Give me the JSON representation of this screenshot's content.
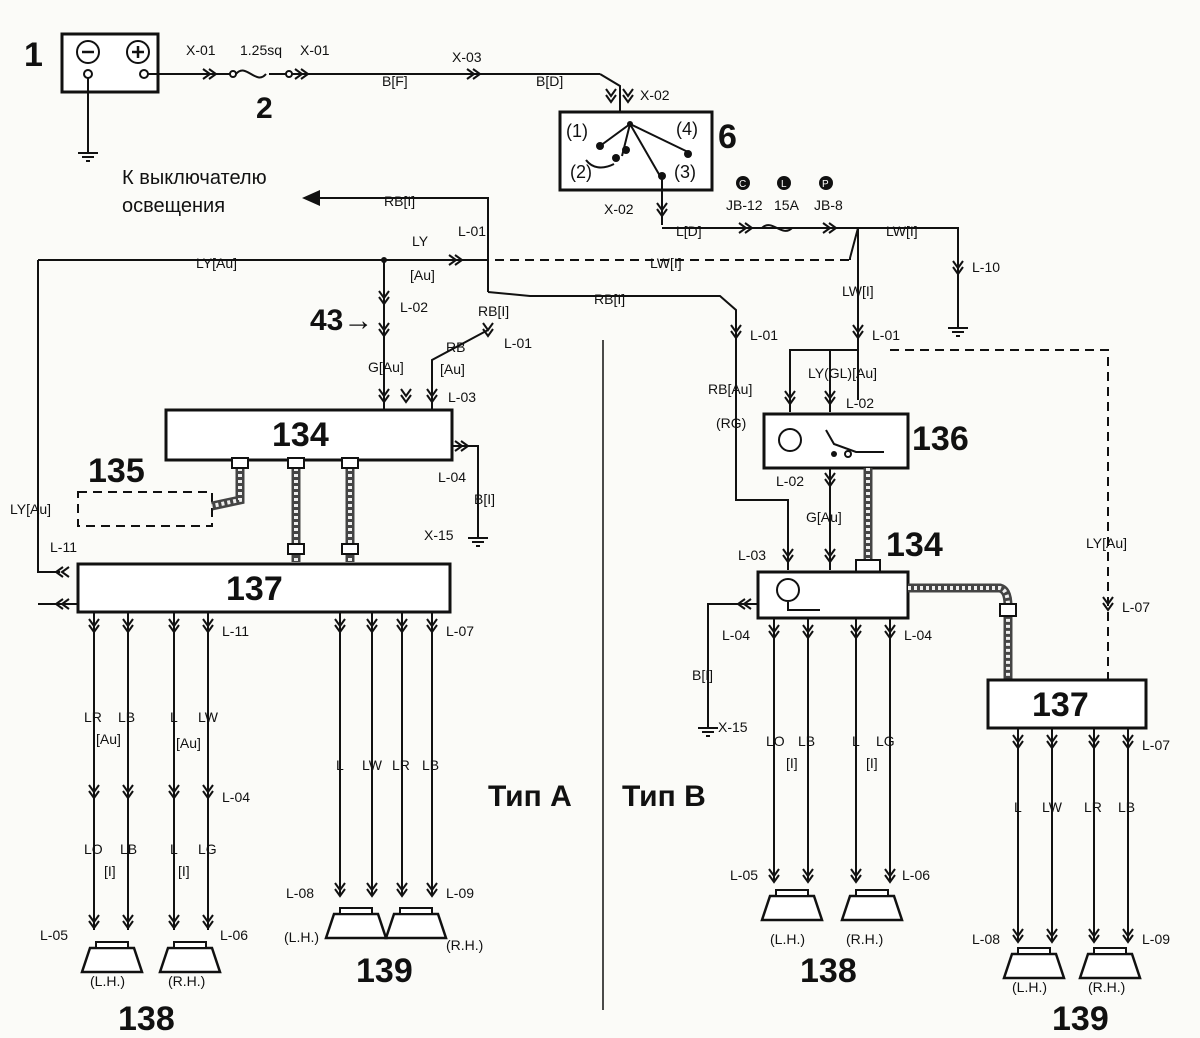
{
  "components": {
    "battery": "1",
    "fuse_main": "2",
    "ignition_switch": "6",
    "radio_unit": "134",
    "unit_135": "135",
    "unit_136": "136",
    "amplifier": "137",
    "front_speakers": "138",
    "rear_speakers": "139",
    "connector_43": "43→"
  },
  "ignition_terminals": [
    "(1)",
    "(2)",
    "(3)",
    "(4)"
  ],
  "text": {
    "to_light_switch_line1": "К выключателю",
    "to_light_switch_line2": "освещения",
    "type_a": "Тип А",
    "type_b": "Тип В"
  },
  "top_labels": {
    "x01_left": "X-01",
    "fuse_rating": "1.25sq",
    "x01_right": "X-01",
    "bf": "B[F]",
    "x03": "X-03",
    "bd": "B[D]",
    "x02_top": "X-02",
    "x02_bottom": "X-02",
    "ld": "L[D]",
    "jb12": "JB-12",
    "fuse15": "15A",
    "jb8": "JB-8",
    "lw_i": "LW[I]",
    "l10": "L-10",
    "circ_c": "C",
    "circ_l": "L",
    "circ_p": "P"
  },
  "type_a_labels": {
    "rb_i_top": "RB[I]",
    "ly_au_top": "LY[Au]",
    "ly": "LY",
    "ly_au_small": "[Au]",
    "l01": "L-01",
    "lw_i_mid": "LW[I]",
    "l02": "L-02",
    "rb_i": "RB[I]",
    "l01b": "L-01",
    "rb_au_a": "RB",
    "rb_au_b": "[Au]",
    "g_au": "G[Au]",
    "l03": "L-03",
    "l04": "L-04",
    "b_i": "B[I]",
    "x15": "X-15",
    "ly_au_left": "LY[Au]",
    "l11_top": "L-11",
    "l11_right": "L-11",
    "l07": "L-07",
    "wire_lr": "LR",
    "wire_lb": "LB",
    "wire_l": "L",
    "wire_lw": "LW",
    "au_a": "[Au]",
    "au_b": "[Au]",
    "l04_low": "L-04",
    "wire_lo": "LO",
    "wire_lb2": "LB",
    "wire_l2": "L",
    "wire_lg": "LG",
    "i_a": "[I]",
    "i_b": "[I]",
    "l05": "L-05",
    "l06": "L-06",
    "lh": "(L.H.)",
    "rh": "(R.H.)",
    "w139_l": "L",
    "w139_lw": "LW",
    "w139_lr": "LR",
    "w139_lb": "LB",
    "l08": "L-08",
    "l09": "L-09",
    "lh2": "(L.H.)",
    "rh2": "(R.H.)"
  },
  "type_b_labels": {
    "rb_i": "RB[I]",
    "l01a": "L-01",
    "lw_i": "LW[I]",
    "l01b": "L-01",
    "rb_au": "RB[Au]",
    "rg": "(RG)",
    "ly_gl_au": "LY(GL)[Au]",
    "l02a": "L-02",
    "l02b": "L-02",
    "g_au": "G[Au]",
    "l03": "L-03",
    "l04a": "L-04",
    "l04b": "L-04",
    "b_i": "B[I]",
    "x15": "X-15",
    "ly_au": "LY[Au]",
    "l07a": "L-07",
    "l07b": "L-07",
    "wire_lo": "LO",
    "wire_lb": "LB",
    "wire_l": "L",
    "wire_lg": "LG",
    "i_a": "[I]",
    "i_b": "[I]",
    "l05": "L-05",
    "l06": "L-06",
    "lh": "(L.H.)",
    "rh": "(R.H.)",
    "w139_l": "L",
    "w139_lw": "LW",
    "w139_lr": "LR",
    "w139_lb": "LB",
    "l08": "L-08",
    "l09": "L-09",
    "lh2": "(L.H.)",
    "rh2": "(R.H.)"
  }
}
